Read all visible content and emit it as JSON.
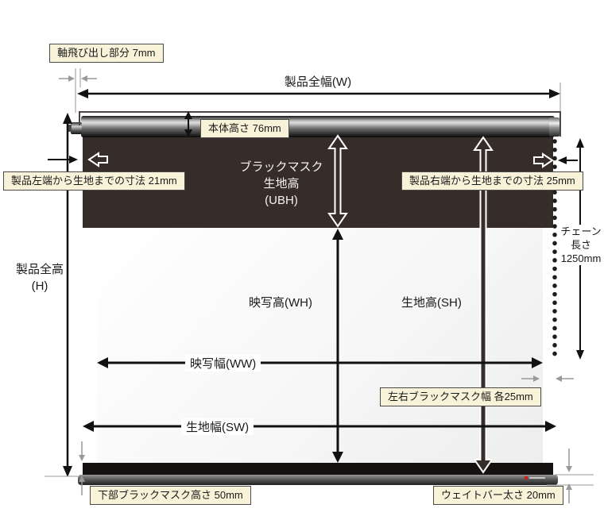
{
  "labels": {
    "shaft_protrusion": "軸飛び出し部分 7mm",
    "product_full_width": "製品全幅(W)",
    "body_height": "本体高さ 76mm",
    "left_edge_to_fabric": "製品左端から生地までの寸法 21mm",
    "upper_black_mask": [
      "ブラックマスク",
      "生地高",
      "(UBH)"
    ],
    "right_edge_to_fabric": "製品右端から生地までの寸法 25mm",
    "chain_length": [
      "チェーン",
      "長さ",
      "1250mm"
    ],
    "product_full_height": [
      "製品全高",
      "(H)"
    ],
    "viewing_height": "映写高(WH)",
    "fabric_height": "生地高(SH)",
    "viewing_width": "映写幅(WW)",
    "fabric_width": "生地幅(SW)",
    "side_black_mask_width": "左右ブラックマスク幅 各25mm",
    "bottom_black_mask_height": "下部ブラックマスク高さ 50mm",
    "weight_bar_thickness": "ウェイトバー太さ 20mm"
  },
  "colors": {
    "upper_mask": "#362d2a",
    "bottom_mask": "#141110",
    "label_box_bg": "#f7f2d8",
    "label_box_border": "#4a4a4a",
    "dimension_line": "#111111",
    "gray_annotation": "#999999",
    "brand_mark_red": "#cc2222"
  }
}
